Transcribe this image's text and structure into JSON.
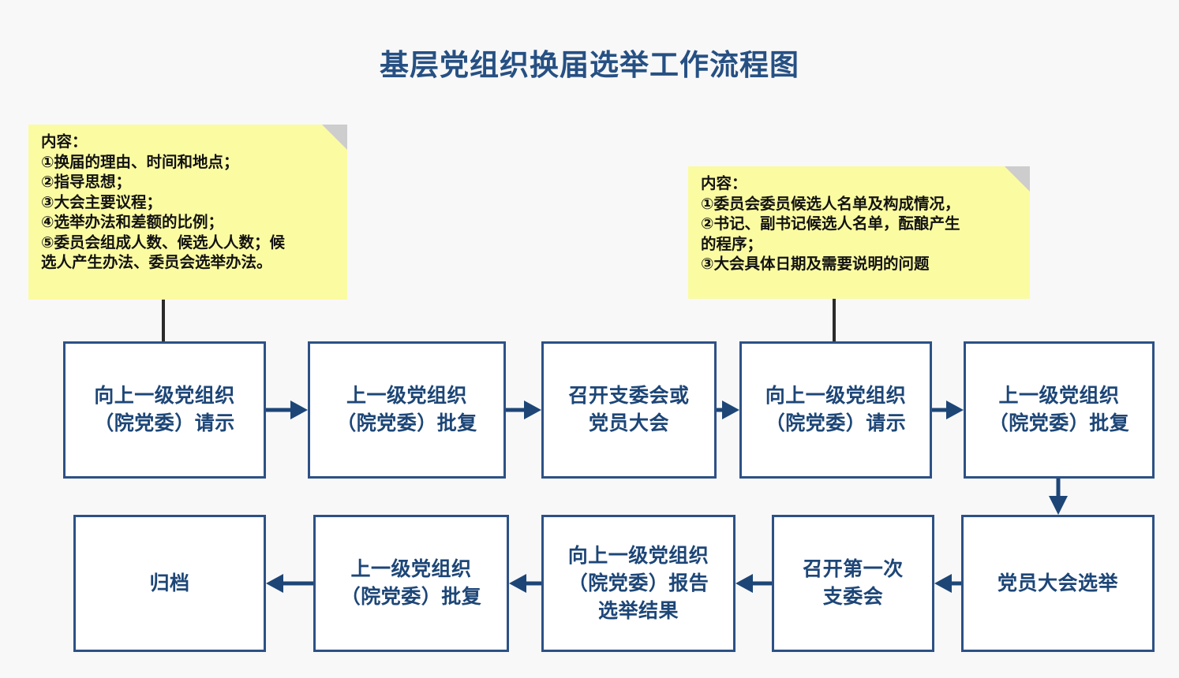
{
  "title": "基层党组织换届选举工作流程图",
  "colors": {
    "background": "#f8f8f8",
    "title": "#265083",
    "box_border": "#2d5185",
    "box_text": "#1d4677",
    "note_fill": "#fbfba2",
    "note_fold": "#cdcdcd",
    "note_text": "#121212",
    "connector": "#2b2b2b",
    "arrow": "#1d4677"
  },
  "notes": [
    {
      "id": "note-left",
      "lines": [
        "内容：",
        "①换届的理由、时间和地点；",
        "②指导思想；",
        "③大会主要议程；",
        "④选举办法和差额的比例；",
        "⑤委员会组成人数、候选人人数；候",
        "选人产生办法、委员会选举办法。"
      ]
    },
    {
      "id": "note-right",
      "lines": [
        "内容：",
        "①委员会委员候选人名单及构成情况，",
        "②书记、副书记候选人名单，酝酿产生",
        "的程序；",
        "③大会具体日期及需要说明的问题"
      ]
    }
  ],
  "flow": {
    "row1": [
      {
        "id": "step-1",
        "label": "向上一级党组织\n（院党委）请示"
      },
      {
        "id": "step-2",
        "label": "上一级党组织\n（院党委）批复"
      },
      {
        "id": "step-3",
        "label": "召开支委会或\n党员大会"
      },
      {
        "id": "step-4",
        "label": "向上一级党组织\n（院党委）请示"
      },
      {
        "id": "step-5",
        "label": "上一级党组织\n（院党委）批复"
      }
    ],
    "row2": [
      {
        "id": "step-10",
        "label": "归档"
      },
      {
        "id": "step-9",
        "label": "上一级党组织\n（院党委）批复"
      },
      {
        "id": "step-8",
        "label": "向上一级党组织\n（院党委）报告\n选举结果"
      },
      {
        "id": "step-7",
        "label": "召开第一次\n支委会"
      },
      {
        "id": "step-6",
        "label": "党员大会选举"
      }
    ]
  }
}
